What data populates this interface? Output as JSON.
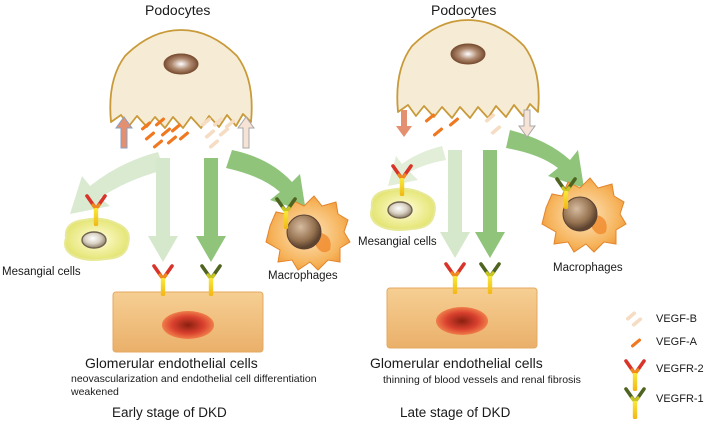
{
  "colors": {
    "podocyte_fill": "#f6ebd4",
    "podocyte_stroke": "#c99a3a",
    "nucleus": "#8c6242",
    "endothelium": "#f2c27c",
    "endothelium_nucleus": "#d9402e",
    "vegfa": "#f07820",
    "vegfb": "#f5dcc2",
    "vegfr2_arms": "#d8342a",
    "vegfr1_arms": "#556b1e",
    "receptor_stem": "#f5d21a",
    "arrow_green_light": "#d6e8cc",
    "arrow_green_dark": "#8fc47a",
    "macrophage": "#f5a64a",
    "mesangial_glow": "#f0f0a0"
  },
  "panels": [
    {
      "id": "early",
      "podocytes_label": "Podocytes",
      "mesangial_label": "Mesangial cells",
      "macrophage_label": "Macrophages",
      "endothelial_label": "Glomerular endothelial cells",
      "note": "neovascularization and endothelial cell differentiation weakened",
      "stage_label": "Early stage of DKD"
    },
    {
      "id": "late",
      "podocytes_label": "Podocytes",
      "mesangial_label": "Mesangial cells",
      "macrophage_label": "Macrophages",
      "endothelial_label": "Glomerular endothelial cells",
      "note": "thinning of blood vessels and renal fibrosis",
      "stage_label": "Late stage of DKD"
    }
  ],
  "legend": [
    {
      "label": "VEGF-B",
      "icon": "vegf-b-icon"
    },
    {
      "label": "VEGF-A",
      "icon": "vegf-a-icon"
    },
    {
      "label": "VEGFR-2",
      "icon": "vegfr2-icon"
    },
    {
      "label": "VEGFR-1",
      "icon": "vegfr1-icon"
    }
  ]
}
